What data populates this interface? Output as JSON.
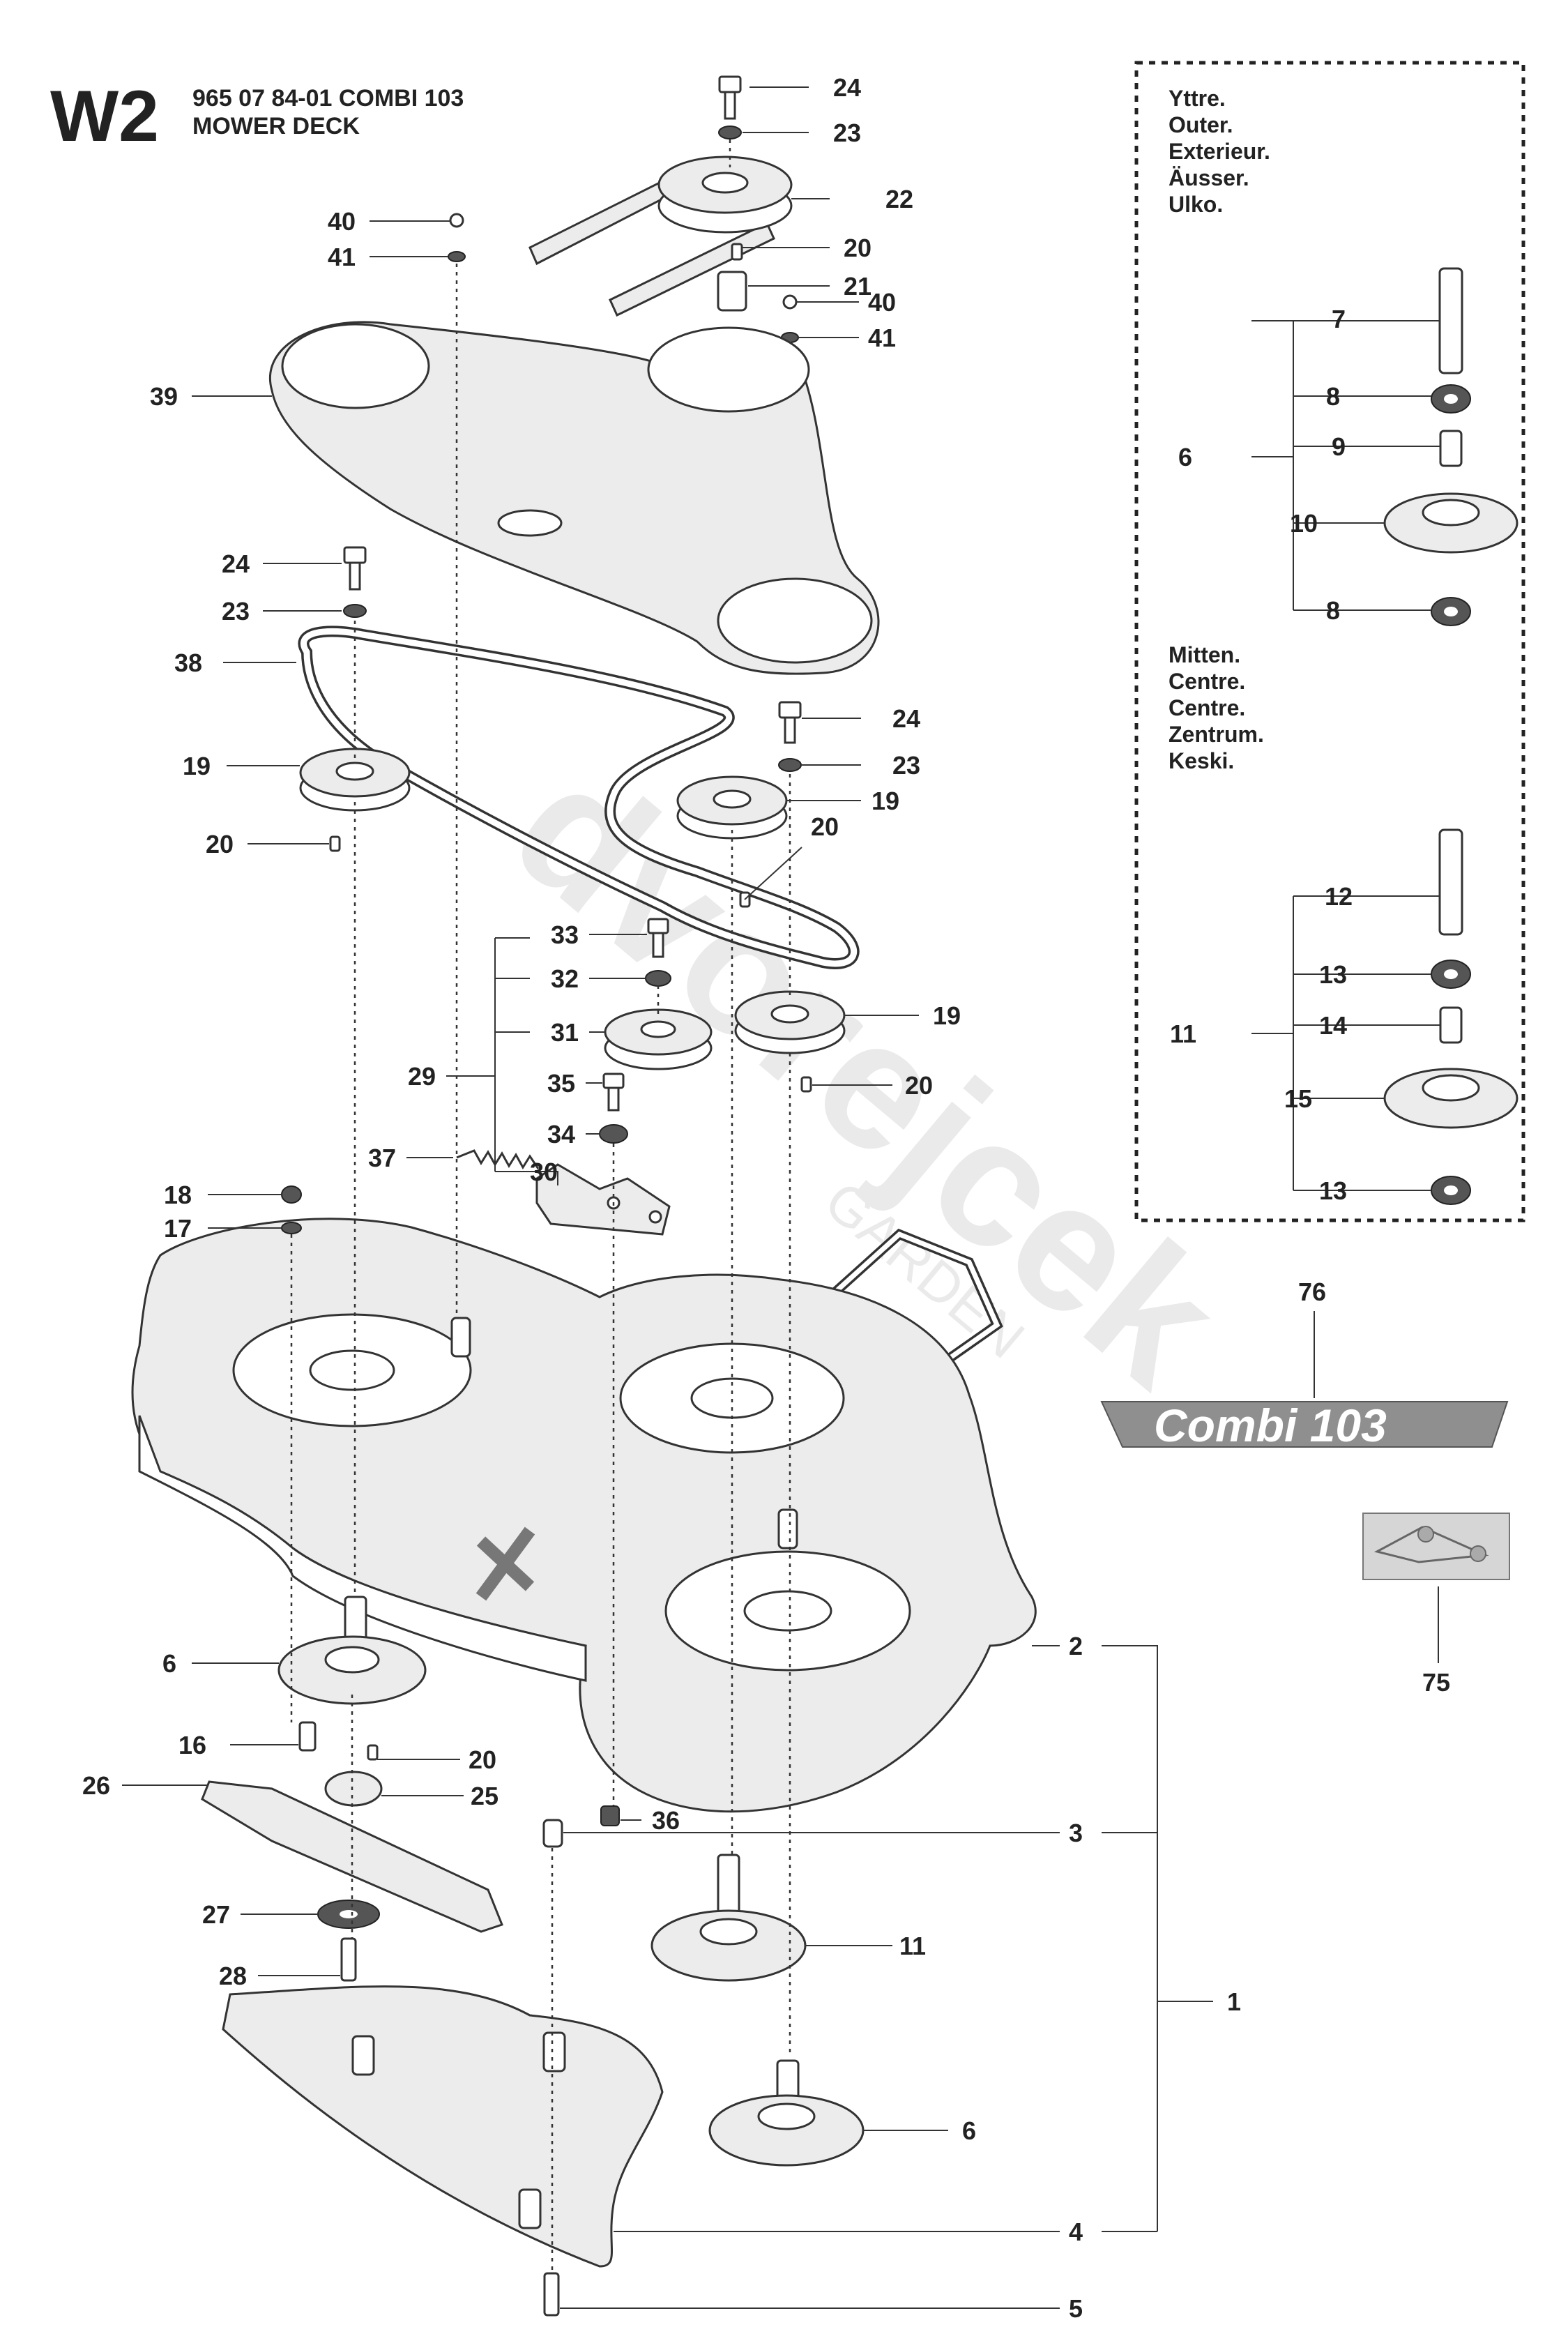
{
  "header": {
    "code": "W2",
    "line1": "965 07 84-01 COMBI 103",
    "line2": "MOWER DECK"
  },
  "inset": {
    "outer_lines": [
      "Yttre.",
      "Outer.",
      "Exterieur.",
      "Äusser.",
      "Ulko."
    ],
    "centre_lines": [
      "Mitten.",
      "Centre.",
      "Centre.",
      "Zentrum.",
      "Keski."
    ]
  },
  "badge": {
    "text": "Combi 103"
  },
  "watermark": {
    "text": "dvorejcek",
    "sub": "GARDEN"
  },
  "callouts": [
    {
      "label": "24"
    },
    {
      "label": "23"
    },
    {
      "label": "22"
    },
    {
      "label": "20"
    },
    {
      "label": "21"
    },
    {
      "label": "40"
    },
    {
      "label": "41"
    },
    {
      "label": "40"
    },
    {
      "label": "41"
    },
    {
      "label": "39"
    },
    {
      "label": "24"
    },
    {
      "label": "23"
    },
    {
      "label": "38"
    },
    {
      "label": "24"
    },
    {
      "label": "23"
    },
    {
      "label": "19"
    },
    {
      "label": "20"
    },
    {
      "label": "19"
    },
    {
      "label": "20"
    },
    {
      "label": "33"
    },
    {
      "label": "32"
    },
    {
      "label": "31"
    },
    {
      "label": "29"
    },
    {
      "label": "19"
    },
    {
      "label": "20"
    },
    {
      "label": "35"
    },
    {
      "label": "34"
    },
    {
      "label": "37"
    },
    {
      "label": "30"
    },
    {
      "label": "18"
    },
    {
      "label": "17"
    },
    {
      "label": "6"
    },
    {
      "label": "16"
    },
    {
      "label": "20"
    },
    {
      "label": "26"
    },
    {
      "label": "25"
    },
    {
      "label": "36"
    },
    {
      "label": "27"
    },
    {
      "label": "28"
    },
    {
      "label": "2"
    },
    {
      "label": "3"
    },
    {
      "label": "11"
    },
    {
      "label": "1"
    },
    {
      "label": "6"
    },
    {
      "label": "4"
    },
    {
      "label": "5"
    },
    {
      "label": "76"
    },
    {
      "label": "75"
    },
    {
      "label": "7"
    },
    {
      "label": "8"
    },
    {
      "label": "9"
    },
    {
      "label": "6"
    },
    {
      "label": "10"
    },
    {
      "label": "8"
    },
    {
      "label": "12"
    },
    {
      "label": "13"
    },
    {
      "label": "14"
    },
    {
      "label": "11"
    },
    {
      "label": "15"
    },
    {
      "label": "13"
    }
  ]
}
